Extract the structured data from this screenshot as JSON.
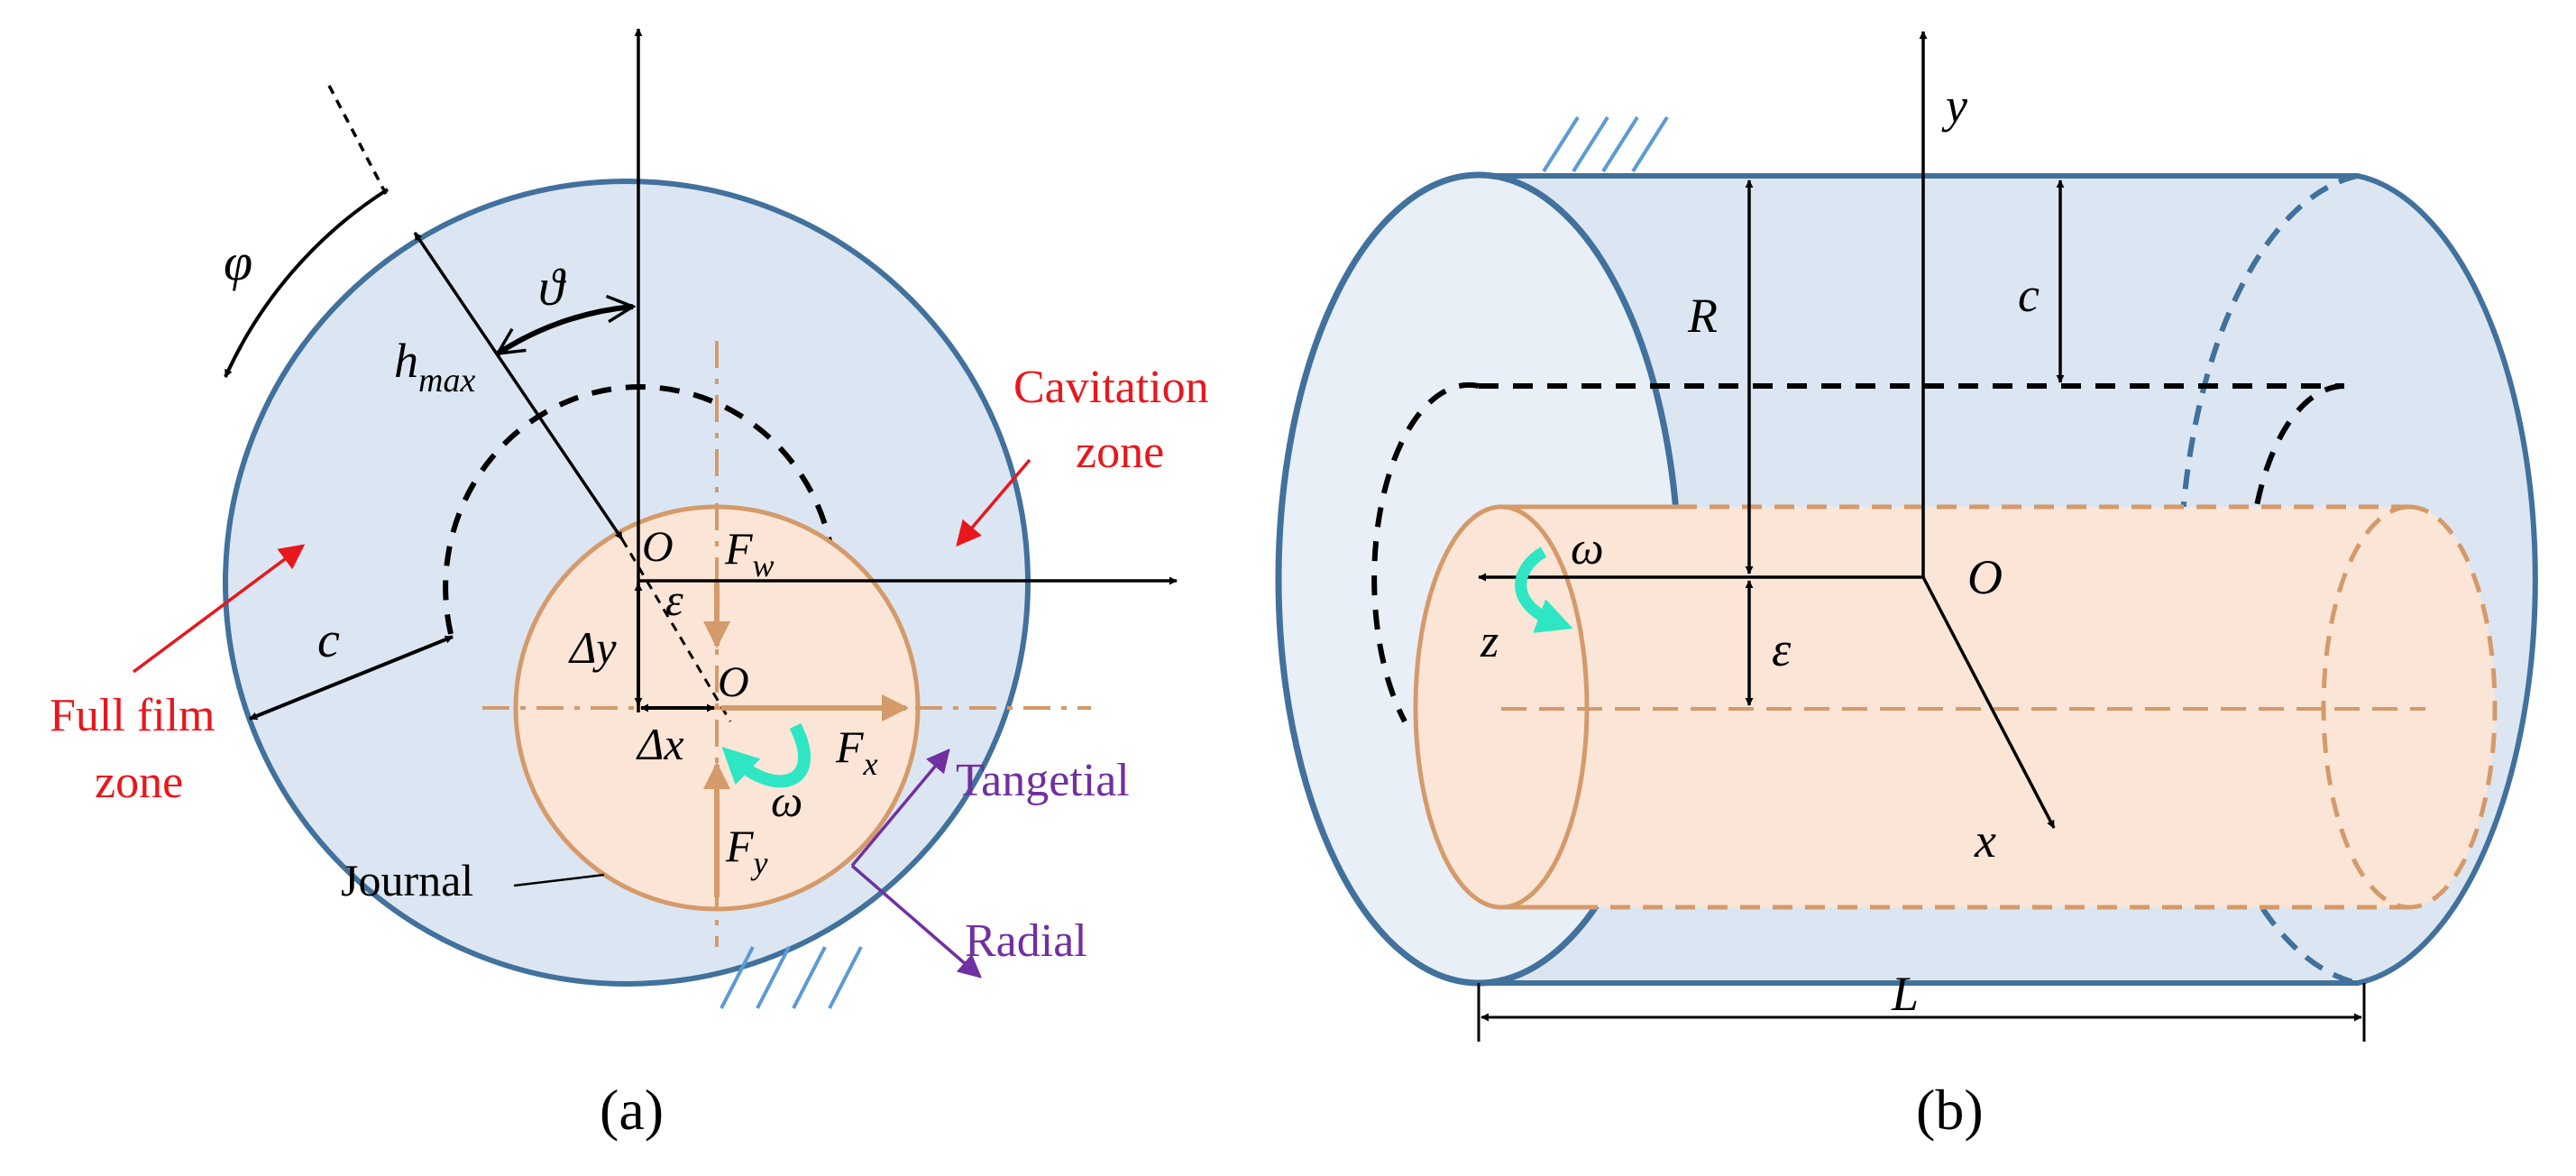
{
  "panel_a": {
    "caption": "(a)",
    "phi": "φ",
    "theta": "ϑ",
    "h_max_main": "h",
    "h_max_sub": "max",
    "cavitation_line1": "Cavitation",
    "cavitation_line2": "zone",
    "full_film_line1": "Full film",
    "full_film_line2": "zone",
    "c": "c",
    "O_bearing": "O",
    "O_journal": "O",
    "epsilon": "ε",
    "F_w_main": "F",
    "F_w_sub": "w",
    "F_x_main": "F",
    "F_x_sub": "x",
    "F_y_main": "F",
    "F_y_sub": "y",
    "delta_y": "Δy",
    "delta_x": "Δx",
    "omega": "ω",
    "tangential": "Tangetial",
    "radial": "Radial",
    "journal": "Journal"
  },
  "panel_b": {
    "caption": "(b)",
    "y_axis": "y",
    "x_axis": "x",
    "z_axis": "z",
    "O": "O",
    "R": "R",
    "c": "c",
    "epsilon": "ε",
    "omega": "ω",
    "L": "L"
  },
  "colors": {
    "bearing_fill": "#dce6f2",
    "bearing_stroke": "#41719c",
    "journal_fill": "#fbe5d6",
    "journal_stroke": "#d49a6a",
    "omega_arrow": "#2ee6c4",
    "red_label": "#e8171c",
    "purple_label": "#7030a0"
  }
}
